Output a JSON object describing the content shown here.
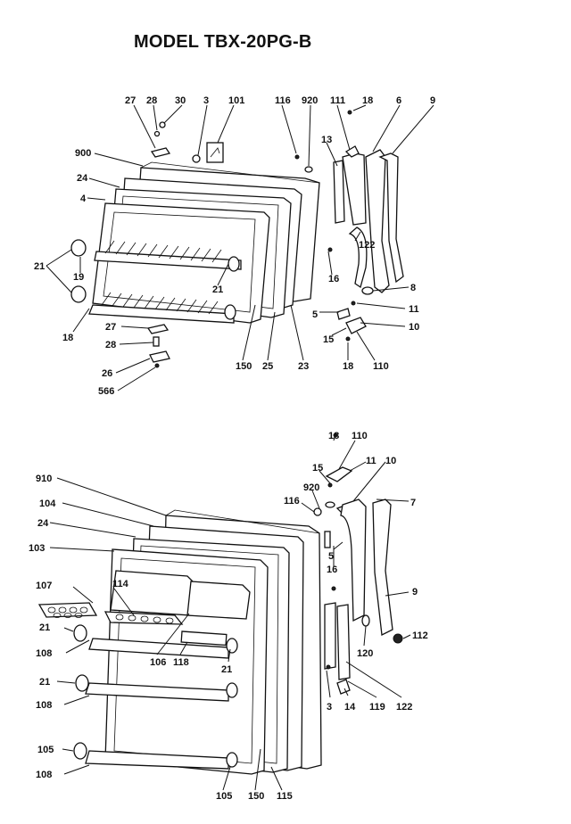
{
  "title": "MODEL TBX-20PG-B",
  "top_labels": [
    "27",
    "28",
    "30",
    "3",
    "101",
    "116",
    "920",
    "111",
    "18",
    "6",
    "9",
    "900",
    "24",
    "4",
    "13",
    "122",
    "16",
    "21",
    "19",
    "21",
    "18",
    "8",
    "11",
    "10",
    "5",
    "15",
    "18",
    "110",
    "27",
    "28",
    "26",
    "566",
    "150",
    "25",
    "23"
  ],
  "bottom_labels": [
    "18",
    "110",
    "11",
    "15",
    "10",
    "920",
    "116",
    "7",
    "910",
    "104",
    "24",
    "103",
    "16",
    "5",
    "107",
    "114",
    "9",
    "21",
    "112",
    "108",
    "106",
    "118",
    "120",
    "21",
    "21",
    "108",
    "3",
    "14",
    "119",
    "122",
    "105",
    "108",
    "105",
    "150",
    "115"
  ]
}
